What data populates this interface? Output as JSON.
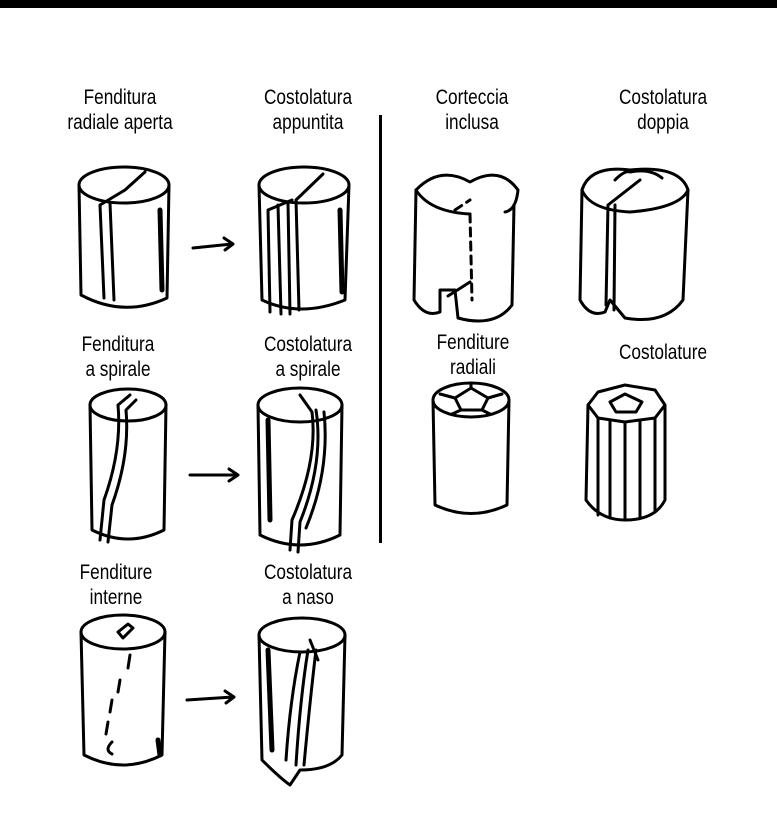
{
  "figures": [
    {
      "line1": "Fenditura",
      "line2": "radiale aperta"
    },
    {
      "line1": "Costolatura",
      "line2": "appuntita"
    },
    {
      "line1": "Corteccia",
      "line2": "inclusa"
    },
    {
      "line1": "Costolatura",
      "line2": "doppia"
    },
    {
      "line1": "Fenditura",
      "line2": "a spirale"
    },
    {
      "line1": "Costolatura",
      "line2": "a spirale"
    },
    {
      "line1": "Fenditure",
      "line2": "radiali"
    },
    {
      "line1": "Costolature",
      "line2": ""
    },
    {
      "line1": "Fenditure",
      "line2": "interne"
    },
    {
      "line1": "Costolatura",
      "line2": "a naso"
    }
  ],
  "colors": {
    "ink": "#000000",
    "paper": "#ffffff"
  }
}
